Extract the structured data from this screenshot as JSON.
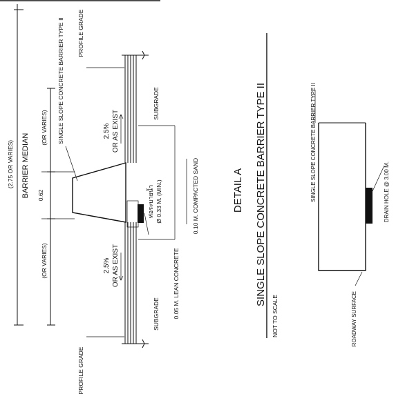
{
  "section": {
    "median_width": "(2.75 OR VARIES)",
    "barrier_median": "BARRIER MEDIAN",
    "or_varies_left": "(OR VARIES)",
    "or_varies_right": "(OR VARIES)",
    "barrier_width": "0.62",
    "barrier_callout": "SINGLE SLOPE CONCRETE BARRIER TYPE II",
    "profile_grade_top": "PROFILE GRADE",
    "profile_grade_bottom": "PROFILE GRADE",
    "subgrade_top": "SUBGRADE",
    "subgrade_bottom": "SUBGRADE",
    "slope_left_value": "2.5%",
    "slope_left_text": "OR AS EXIST",
    "slope_right_value": "2.5%",
    "slope_right_text": "OR AS EXIST",
    "drain_thai": "ท่อระบายน้ำ",
    "drain_dia": "Ø 0.33 M. (MIN.)",
    "lean_concrete": "0.05 M. LEAN CONCRETE",
    "compacted_sand": "0.10 M. COMPACTED SAND"
  },
  "detail": {
    "title": "DETAIL A",
    "subtitle": "SINGLE SLOPE CONCRETE BARRIER TYPE II",
    "scale": "NOT TO SCALE",
    "barrier_callout": "SINGLE SLOPE CONCRETE BARRIER TYPE II",
    "drain_hole": "DRAIN HOLE @ 3.00 M.",
    "roadway_surface": "ROADWAY SURFACE"
  }
}
